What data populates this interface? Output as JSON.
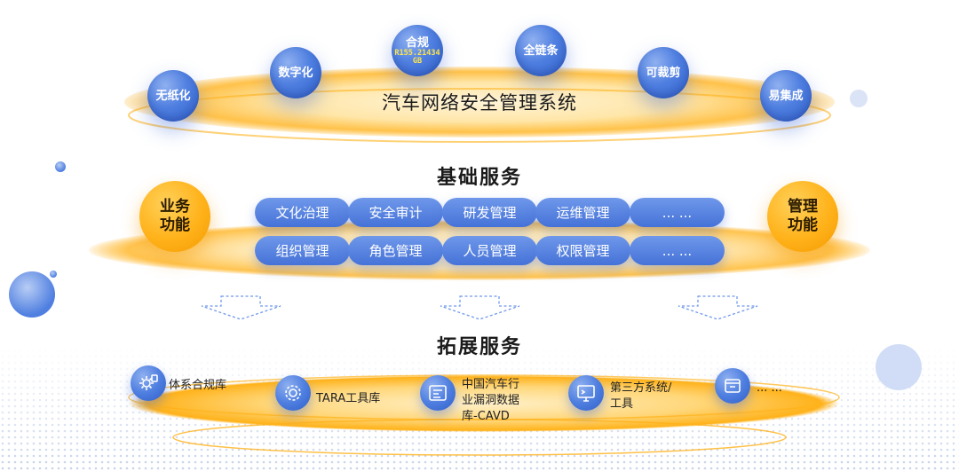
{
  "top": {
    "title": "汽车网络安全管理系统",
    "orbs": [
      {
        "label": "无纸化"
      },
      {
        "label": "数字化"
      },
      {
        "label": "合规",
        "sub1": "R155.21434",
        "sub2": "GB"
      },
      {
        "label": "全链条"
      },
      {
        "label": "可裁剪"
      },
      {
        "label": "易集成"
      }
    ]
  },
  "basic": {
    "title": "基础服务",
    "left_badge": {
      "line1": "业务",
      "line2": "功能"
    },
    "right_badge": {
      "line1": "管理",
      "line2": "功能"
    },
    "row1": [
      "文化治理",
      "安全审计",
      "研发管理",
      "运维管理",
      "... ..."
    ],
    "row2": [
      "组织管理",
      "角色管理",
      "人员管理",
      "权限管理",
      "... ..."
    ]
  },
  "extended": {
    "title": "拓展服务",
    "items": [
      {
        "icon": "gear-rules-icon",
        "lines": [
          "体系合规库"
        ]
      },
      {
        "icon": "gear-chip-icon",
        "lines": [
          "TARA工具库"
        ]
      },
      {
        "icon": "database-panel-icon",
        "lines": [
          "中国汽车行",
          "业漏洞数据",
          "库-CAVD"
        ]
      },
      {
        "icon": "monitor-icon",
        "lines": [
          "第三方系统/",
          "工具"
        ]
      },
      {
        "icon": "window-icon",
        "lines": [
          "... ..."
        ]
      }
    ]
  },
  "colors": {
    "blue": "#4f7fe0",
    "gold": "#ffb21a"
  }
}
